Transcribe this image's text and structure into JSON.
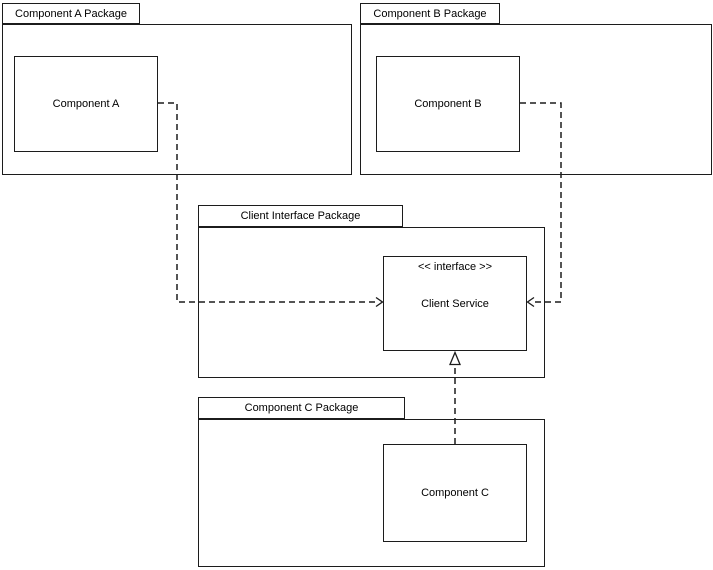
{
  "packages": {
    "a": {
      "label": "Component A Package"
    },
    "b": {
      "label": "Component B Package"
    },
    "client_interface": {
      "label": "Client Interface Package"
    },
    "c": {
      "label": "Component C Package"
    }
  },
  "components": {
    "a": {
      "label": "Component A"
    },
    "b": {
      "label": "Component B"
    },
    "c": {
      "label": "Component C"
    }
  },
  "interface": {
    "stereotype": "<< interface >>",
    "name": "Client Service"
  },
  "connectors": [
    {
      "from": "Component A",
      "to": "Client Service",
      "line": "dashed",
      "arrowhead": "open",
      "type": "dependency"
    },
    {
      "from": "Component B",
      "to": "Client Service",
      "line": "dashed",
      "arrowhead": "open",
      "type": "dependency"
    },
    {
      "from": "Component C",
      "to": "Client Service",
      "line": "dashed",
      "arrowhead": "hollow-triangle",
      "type": "realization"
    }
  ],
  "colors": {
    "line": "#1c1c1c",
    "background": "#ffffff",
    "shape_fill": "#ffffff",
    "text": "#000000"
  }
}
